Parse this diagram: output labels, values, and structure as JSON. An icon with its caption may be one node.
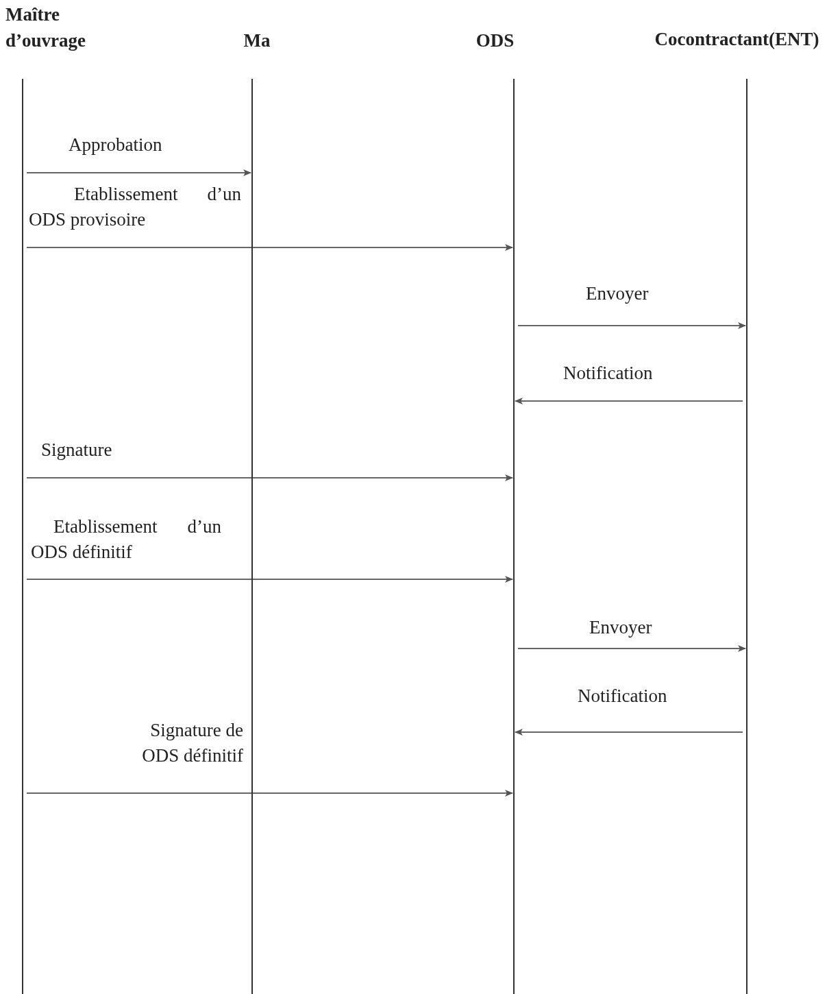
{
  "diagram": {
    "nodes": [
      {
        "text": [
          "Maître d’ouvrage"
        ]
      },
      {
        "text": [
          "Ma"
        ]
      },
      {
        "text": [
          "ODS"
        ]
      },
      {
        "text": [
          "Cocontractant(ENT)"
        ]
      }
    ],
    "edges": [
      {
        "from": 0,
        "to": 1,
        "arrow": "to",
        "label": "Approbation"
      },
      {
        "from": 0,
        "to": 2,
        "arrow": "to",
        "label": "Etablissement d’un ODS provisoire"
      },
      {
        "from": 2,
        "to": 3,
        "arrow": "to",
        "label": "Envoyer"
      },
      {
        "from": 3,
        "to": 2,
        "arrow": "to",
        "label": "Notification"
      },
      {
        "from": 0,
        "to": 2,
        "arrow": "to",
        "label": "Signature"
      },
      {
        "from": 0,
        "to": 2,
        "arrow": "to",
        "label": "Etablissement d’un ODS définitif"
      },
      {
        "from": 2,
        "to": 3,
        "arrow": "to",
        "label": "Envoyer"
      },
      {
        "from": 3,
        "to": 2,
        "arrow": "to",
        "label": "Notification"
      },
      {
        "from": 0,
        "to": 2,
        "arrow": "to",
        "label": "Signature de ODS définitif"
      }
    ]
  }
}
